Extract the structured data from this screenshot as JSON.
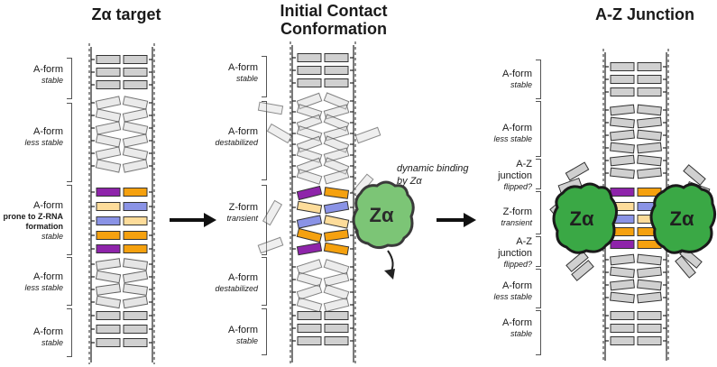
{
  "panels": {
    "target": {
      "title": "Zα target",
      "labels": [
        {
          "main": "A-form",
          "sub": "stable"
        },
        {
          "main": "A-form",
          "sub": "less stable"
        },
        {
          "main": "A-form",
          "bold1": "prone to Z-RNA",
          "bold2": "formation",
          "sub": "stable"
        },
        {
          "main": "A-form",
          "sub": "less stable"
        },
        {
          "main": "A-form",
          "sub": "stable"
        }
      ]
    },
    "initial": {
      "title_line1": "Initial Contact",
      "title_line2": "Conformation",
      "labels": [
        {
          "main": "A-form",
          "sub": "stable"
        },
        {
          "main": "A-form",
          "sub": "destabilized"
        },
        {
          "main": "Z-form",
          "sub": "transient"
        },
        {
          "main": "A-form",
          "sub": "destabilized"
        },
        {
          "main": "A-form",
          "sub": "stable"
        }
      ],
      "note_line1": "dynamic binding",
      "note_line2": "by Zα",
      "protein_label": "Zα"
    },
    "junction": {
      "title": "A-Z Junction",
      "labels": [
        {
          "main": "A-form",
          "sub": "stable"
        },
        {
          "main": "A-form",
          "sub": "less stable"
        },
        {
          "main": "A-Z",
          "main2": "junction",
          "sub": "flipped?"
        },
        {
          "main": "Z-form",
          "sub": "transient"
        },
        {
          "main": "A-Z",
          "main2": "junction",
          "sub": "flipped?"
        },
        {
          "main": "A-form",
          "sub": "less stable"
        },
        {
          "main": "A-form",
          "sub": "stable"
        }
      ],
      "protein_label_left": "Zα",
      "protein_label_right": "Zα"
    }
  },
  "colors": {
    "purple": "#8e24aa",
    "orange": "#f5a10f",
    "light_orange": "#fddc9a",
    "blue": "#8a93e6",
    "gray_base": "#d0d0d0",
    "protein_light": "#7cc576",
    "protein_dark": "#3aa845",
    "arrow": "#111111"
  }
}
